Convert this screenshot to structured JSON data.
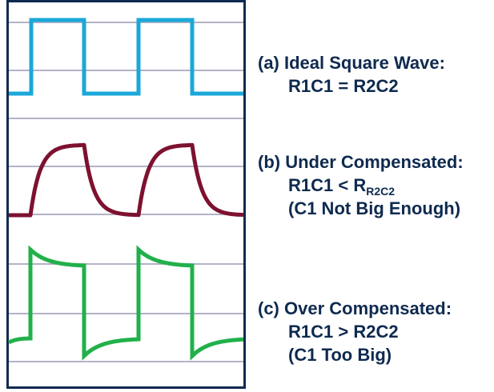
{
  "colors": {
    "frame": "#0f2a4f",
    "grid": "#b2b2c6",
    "text": "#0f2a4f",
    "wave_a": "#1aa8d8",
    "wave_b": "#7d1230",
    "wave_c": "#22b04b"
  },
  "labels": {
    "a": {
      "line1": "(a) Ideal Square Wave:",
      "line2": "R1C1 = R2C2"
    },
    "b": {
      "line1": "(b) Under Compensated:",
      "line2_main": "R1C1 < R",
      "line2_sub": "R2C2",
      "line3": "(C1 Not Big Enough)"
    },
    "c": {
      "line1": "(c) Over Compensated:",
      "line2": "R1C1 > R2C2",
      "line3": "(C1 Too Big)"
    }
  }
}
